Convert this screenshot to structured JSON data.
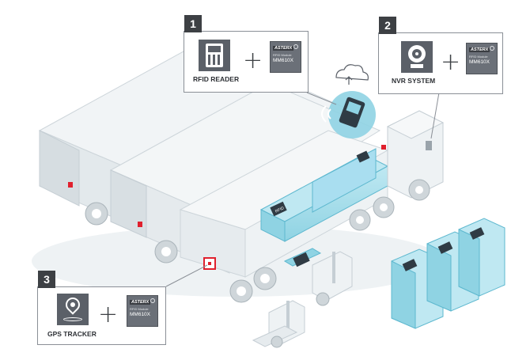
{
  "callouts": [
    {
      "number": "1",
      "device_label": "RFID READER",
      "plus": "+",
      "chip_brand": "ASTERX",
      "chip_sub": "RFID Module",
      "chip_model": "MM610X"
    },
    {
      "number": "2",
      "device_label": "NVR SYSTEM",
      "plus": "+",
      "chip_brand": "ASTERX",
      "chip_sub": "RFID Module",
      "chip_model": "MM610X"
    },
    {
      "number": "3",
      "device_label": "GPS TRACKER",
      "plus": "+",
      "chip_brand": "ASTERX",
      "chip_sub": "RFID Module",
      "chip_model": "MM610X"
    }
  ],
  "pallet_tags": {
    "tag_text": "RFID"
  },
  "icons": [
    "rfid-reader-icon",
    "security-camera-icon",
    "location-pin-icon",
    "cloud-upload-icon",
    "handheld-scanner-icon",
    "forklift-icon"
  ],
  "colors": {
    "truck": "#e8edf0",
    "truck_line": "#c5ced4",
    "pallet": "#8fd3e3",
    "pallet_dark": "#5eb8cf",
    "accent_red": "#e0202d",
    "callout_border": "#8a8f96",
    "badge": "#3d4044"
  }
}
